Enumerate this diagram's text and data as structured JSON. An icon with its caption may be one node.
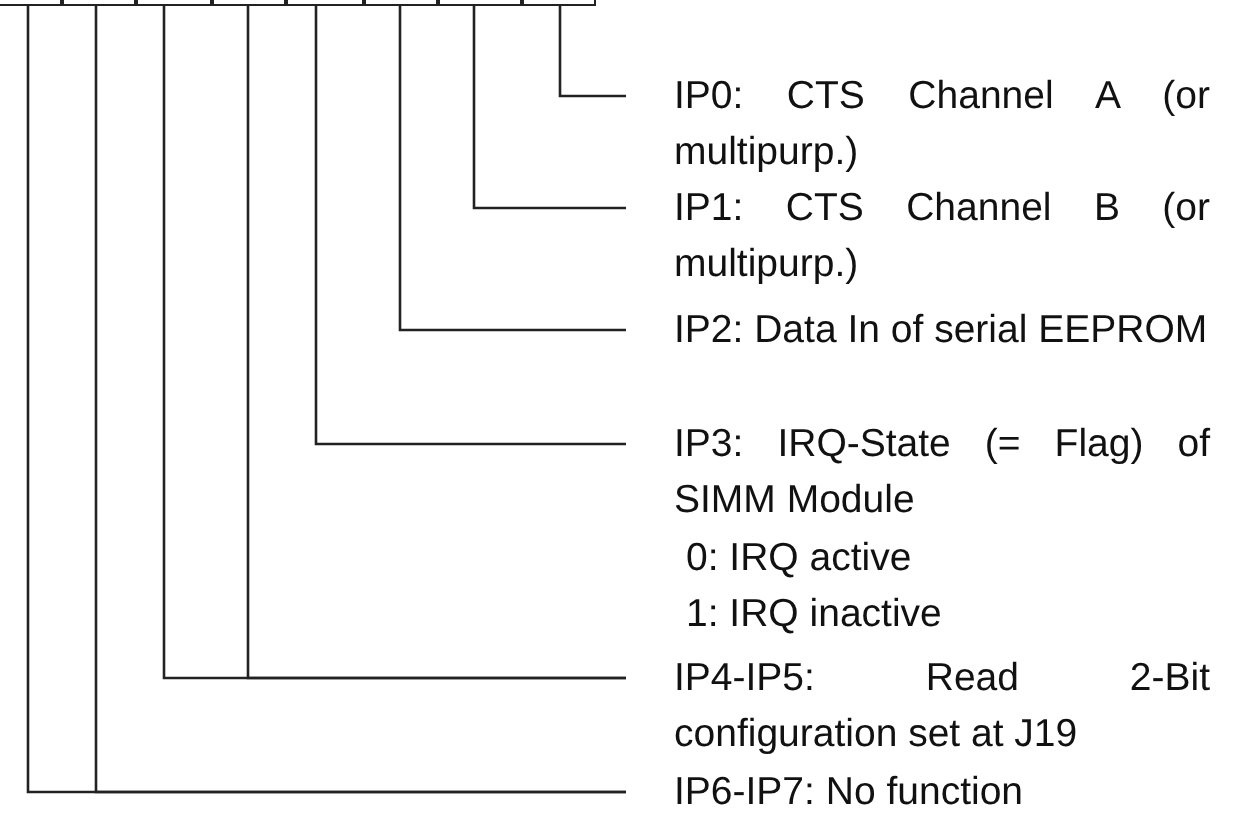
{
  "diagram": {
    "nodes": [
      {
        "text": [],
        "shape": "box"
      },
      {
        "text": [],
        "shape": "box"
      },
      {
        "text": [],
        "shape": "box"
      },
      {
        "text": [],
        "shape": "box"
      },
      {
        "text": [],
        "shape": "box"
      },
      {
        "text": [],
        "shape": "box"
      },
      {
        "text": [],
        "shape": "box"
      },
      {
        "text": [],
        "shape": "box"
      },
      {
        "text": [
          "IP0: CTS Channel A (or multipurp.)"
        ]
      },
      {
        "text": [
          "IP1: CTS Channel B (or multipurp.)"
        ]
      },
      {
        "text": [
          "IP2: Data In of serial EEPROM"
        ]
      },
      {
        "text": [
          "IP3: IRQ-State (= Flag) of SIMM Module",
          "0: IRQ active",
          "1: IRQ inactive"
        ]
      },
      {
        "text": [
          "IP4-IP5: Read 2-Bit configuration set at J19"
        ]
      },
      {
        "text": [
          "IP6-IP7: No function"
        ]
      }
    ],
    "edges": [
      {
        "from": 7,
        "to": 8,
        "arrow": "none"
      },
      {
        "from": 6,
        "to": 9,
        "arrow": "none"
      },
      {
        "from": 5,
        "to": 10,
        "arrow": "none"
      },
      {
        "from": 4,
        "to": 11,
        "arrow": "none"
      },
      {
        "from": 3,
        "to": 12,
        "arrow": "none"
      },
      {
        "from": 2,
        "to": 12,
        "arrow": "none"
      },
      {
        "from": 1,
        "to": 13,
        "arrow": "none"
      },
      {
        "from": 0,
        "to": 13,
        "arrow": "none"
      }
    ]
  }
}
